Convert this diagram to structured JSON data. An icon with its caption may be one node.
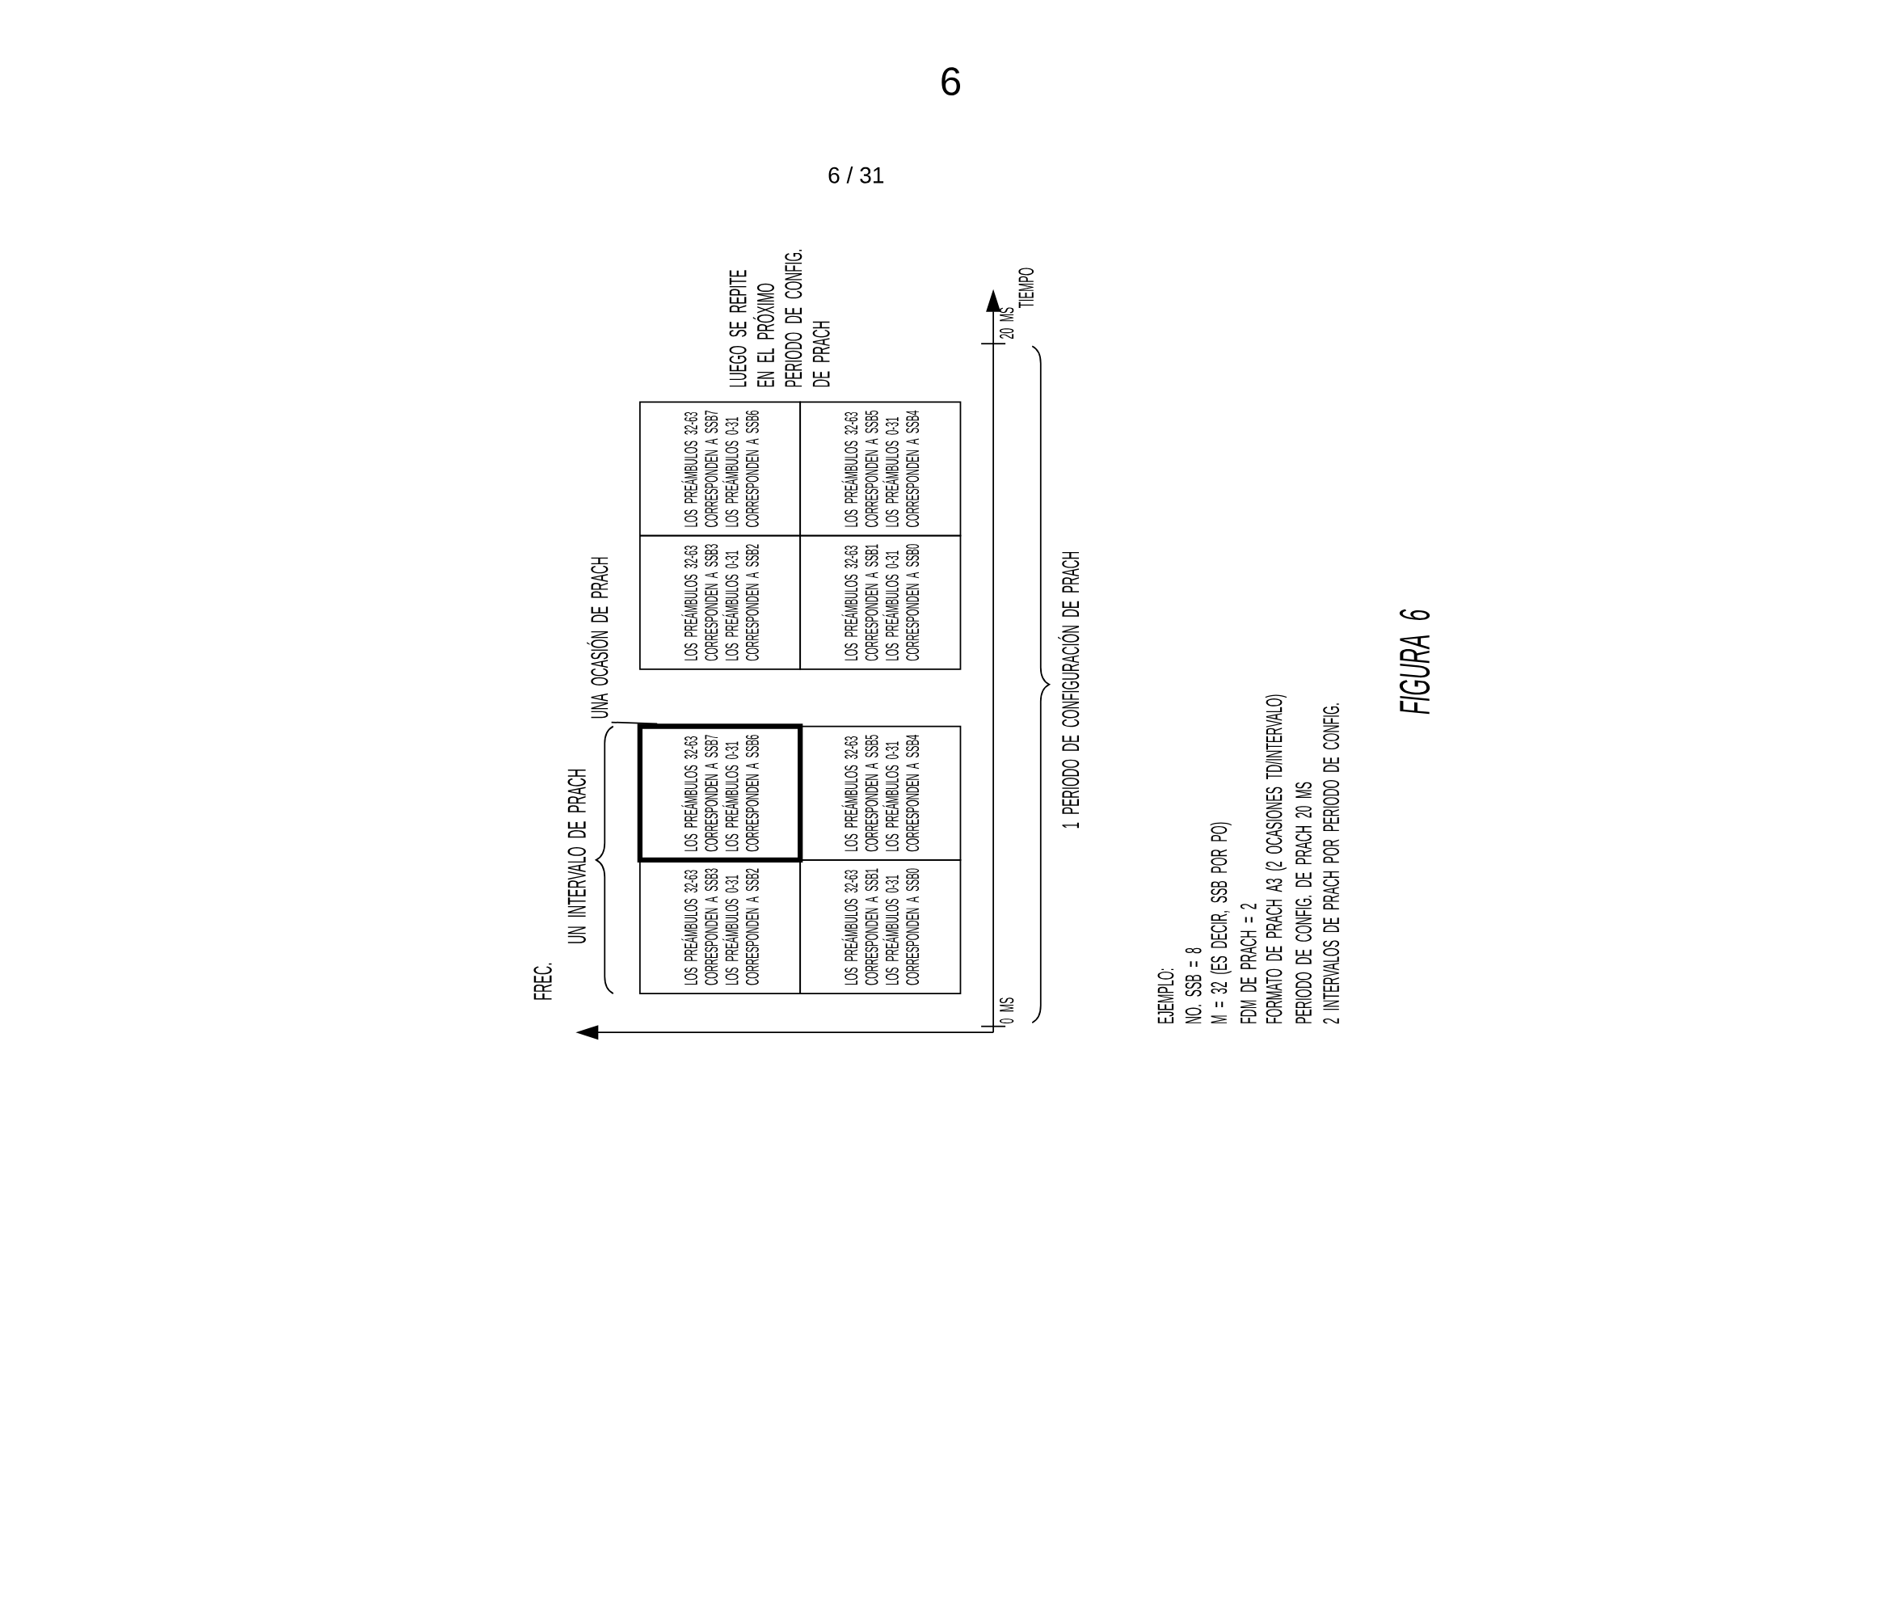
{
  "diagram": {
    "caption": "FIGURA 6",
    "nodes": [
      {
        "text": [
          "LOS PREÁMBULOS 32-63 CORRESPONDEN A SSB3 LOS PREÁMBULOS 0-31 CORRESPONDEN A SSB2"
        ]
      },
      {
        "text": [
          "LOS PREÁMBULOS 32-63 CORRESPONDEN A SSB7 LOS PREÁMBULOS 0-31 CORRESPONDEN A SSB6"
        ]
      },
      {
        "text": [
          "LOS PREÁMBULOS 32-63 CORRESPONDEN A SSB1 LOS PREÁMBULOS 0-31 CORRESPONDEN A SSB0"
        ]
      },
      {
        "text": [
          "LOS PREÁMBULOS 32-63 CORRESPONDEN A SSB5 LOS PREÁMBULOS 0-31 CORRESPONDEN A SSB4"
        ]
      },
      {
        "text": [
          "LOS PREÁMBULOS 32-63 CORRESPONDEN A SSB3 LOS PREÁMBULOS 0-31 CORRESPONDEN A SSB2"
        ]
      },
      {
        "text": [
          "LOS PREÁMBULOS 32-63 CORRESPONDEN A SSB7 LOS PREÁMBULOS 0-31 CORRESPONDEN A SSB6"
        ]
      },
      {
        "text": [
          "LOS PREÁMBULOS 32-63 CORRESPONDEN A SSB1 LOS PREÁMBULOS 0-31 CORRESPONDEN A SSB0"
        ]
      },
      {
        "text": [
          "LOS PREÁMBULOS 32-63 CORRESPONDEN A SSB5 LOS PREÁMBULOS 0-31 CORRESPONDEN A SSB4"
        ]
      },
      {
        "text": [
          "UNA OCASIÓN DE PRACH"
        ]
      }
    ],
    "edges": [
      {
        "from": 8,
        "to": 1,
        "arrow": "none"
      }
    ],
    "labels": [
      "6",
      "6 / 31",
      "FREC.",
      "UN INTERVALO DE PRACH",
      "LUEGO SE REPITE EN EL PRÓXIMO PERIODO DE CONFIG. DE PRACH",
      "TIEMPO",
      "20 MS",
      "0 MS",
      "1 PERIODO DE CONFIGURACIÓN DE PRACH",
      "EJEMPLO:",
      "NO. SSB = 8",
      "M = 32 (ES DECIR, SSB POR PO)",
      "FDM DE PRACH = 2",
      "FORMATO DE PRACH A3 (2 OCASIONES TD/INTERVALO)",
      "PERIODO DE CONFIG. DE PRACH 20 MS",
      "2 INTERVALOS DE PRACH POR PERIODO DE CONFIG."
    ]
  }
}
